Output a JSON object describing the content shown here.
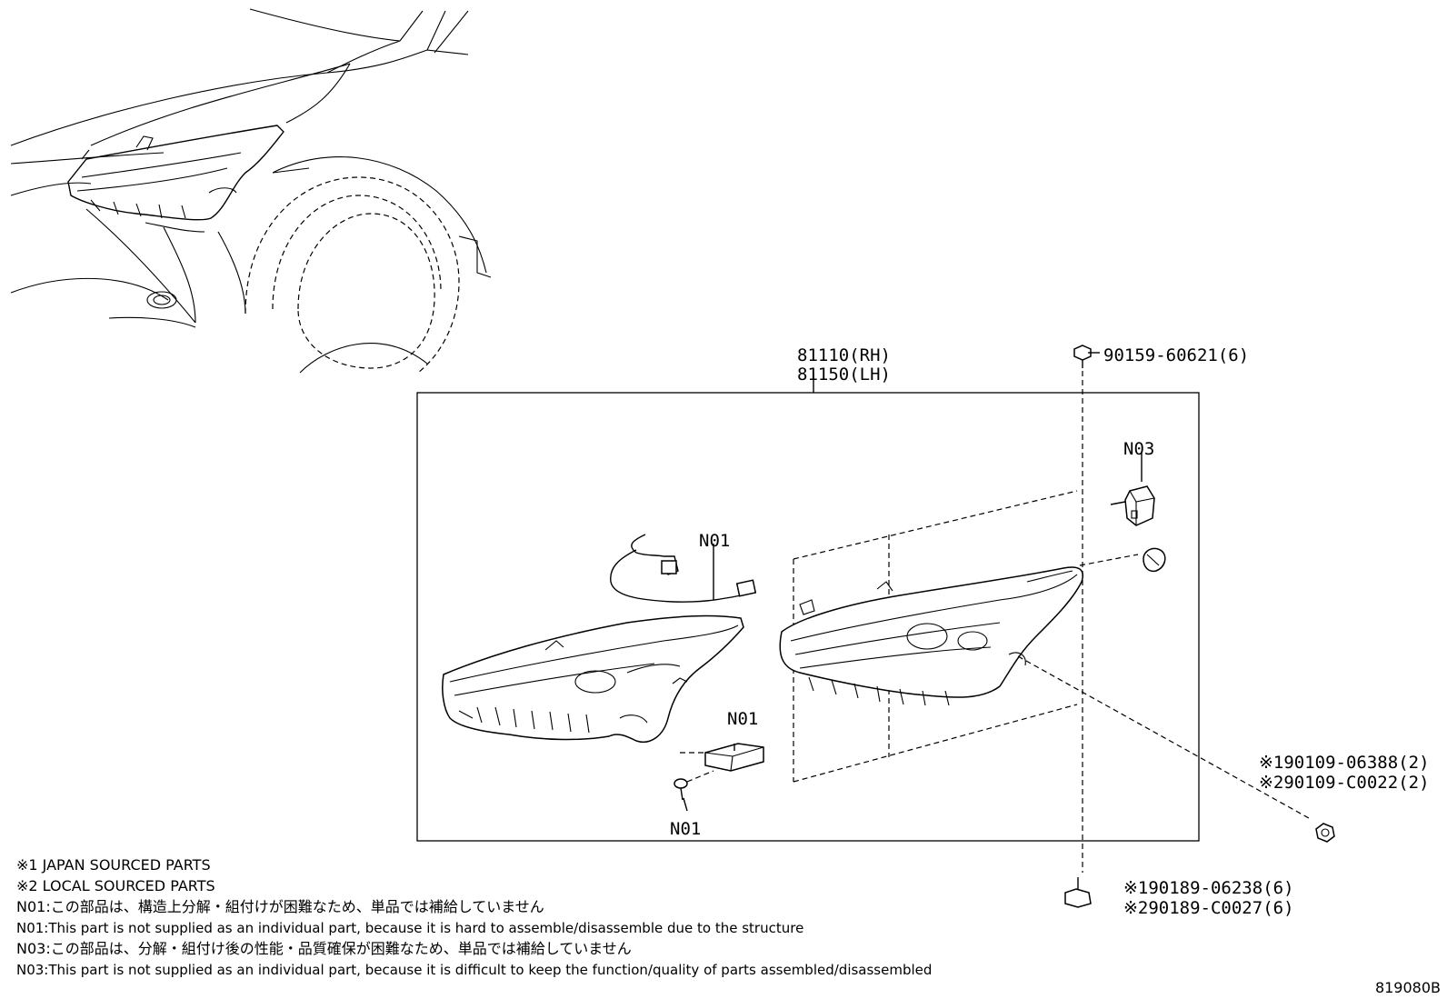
{
  "callouts": {
    "assembly_rh": "81110(RH)",
    "assembly_lh": "81150(LH)",
    "screw_top": "90159-60621(6)",
    "n03": "N03",
    "n01_harness": "N01",
    "n01_module": "N01",
    "n01_screw": "N01",
    "bolt_right_1": "※190109-06388(2)",
    "bolt_right_2": "※290109-C0022(2)",
    "bolt_bottom_1": "※190189-06238(6)",
    "bolt_bottom_2": "※290189-C0027(6)"
  },
  "notes": [
    "※1 JAPAN SOURCED PARTS",
    "※2 LOCAL SOURCED PARTS",
    "N01:この部品は、構造上分解・組付けが困難なため、単品では補給していません",
    "N01:This part is not supplied as an individual part, because it is hard to assemble/disassemble due to the structure",
    "N03:この部品は、分解・組付け後の性能・品質確保が困難なため、単品では補給していません",
    "N03:This part is not supplied as an individual part, because it is difficult to keep the function/quality of parts assembled/disassembled"
  ],
  "diagram_id": "819080B"
}
